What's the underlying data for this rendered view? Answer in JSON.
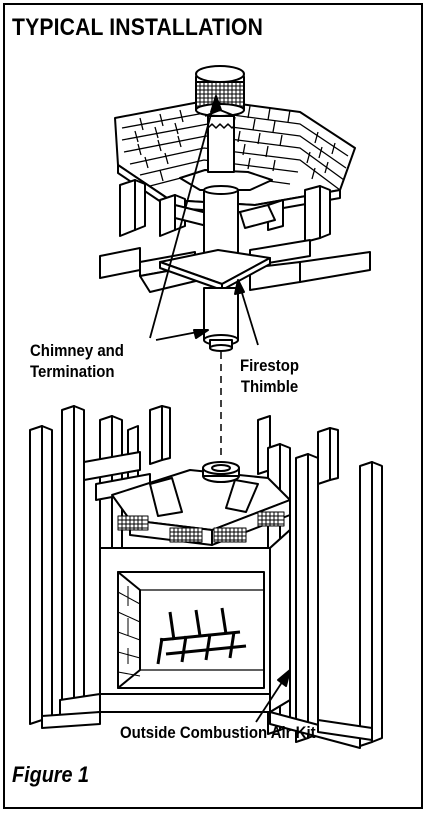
{
  "title": "TYPICAL INSTALLATION",
  "labels": {
    "chimney": [
      "Chimney and",
      "Termination"
    ],
    "firestop": [
      "Firestop",
      "Thimble"
    ],
    "air_kit": "Outside Combustion Air Kit"
  },
  "caption": "Figure 1",
  "colors": {
    "line": "#000000",
    "background": "#ffffff"
  }
}
